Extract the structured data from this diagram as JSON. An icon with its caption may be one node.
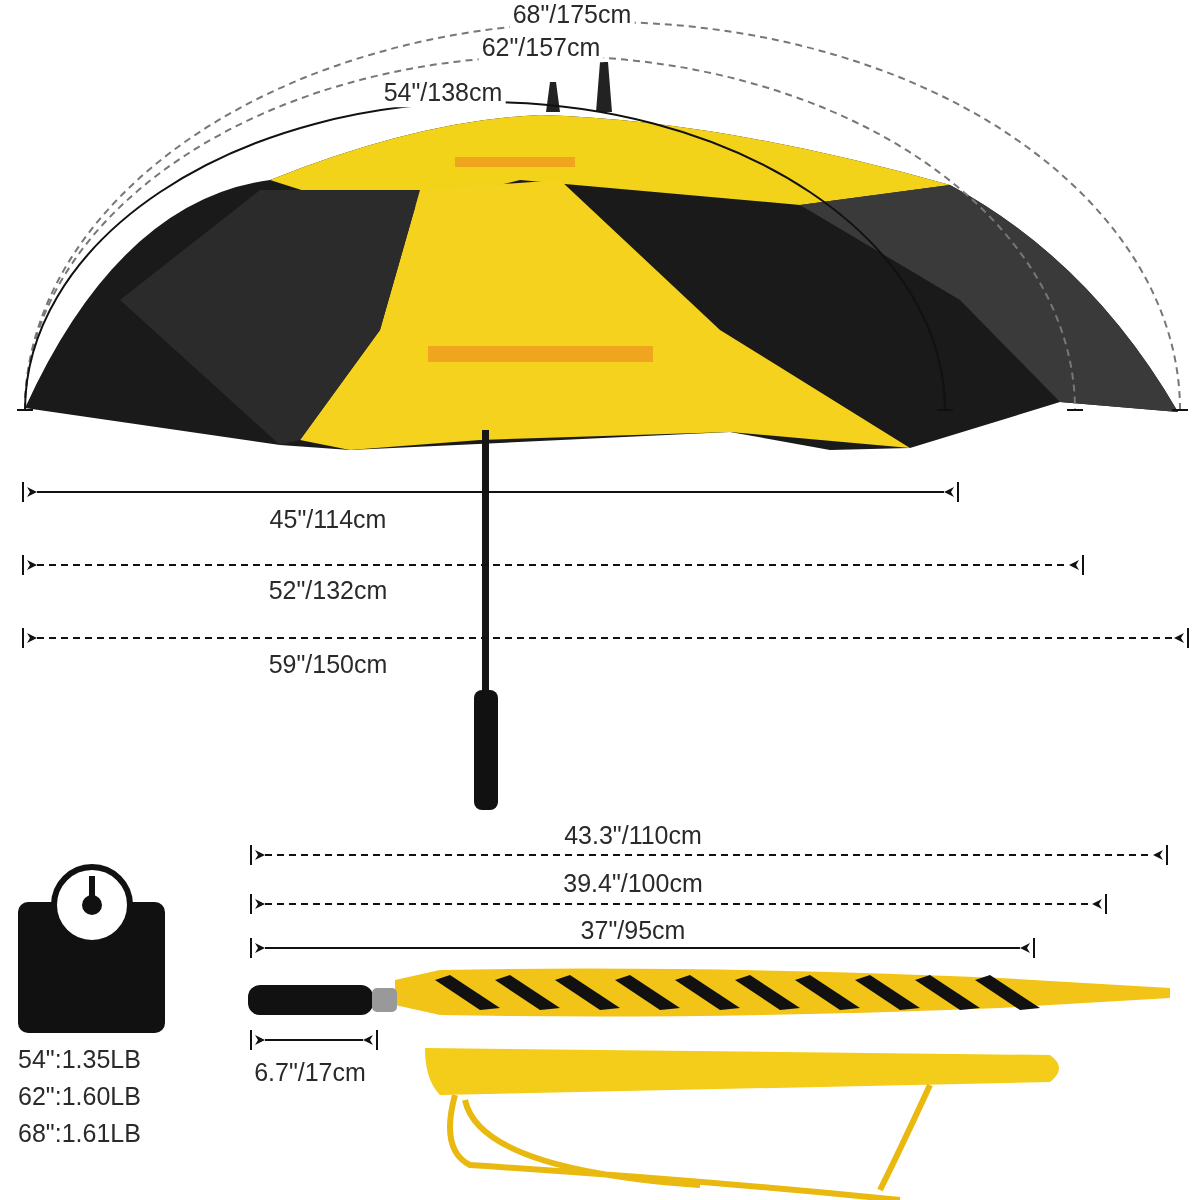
{
  "diagram": {
    "labels": [
      "68\"/175cm",
      "62\"/157cm",
      "54\"/138cm",
      "45\"/114cm",
      "52\"/132cm",
      "59\"/150cm",
      "43.3\"/110cm",
      "39.4\"/100cm",
      "37\"/95cm",
      "6.7\"/17cm",
      "54\":1.35LB",
      "62\":1.60LB",
      "68\":1.61LB"
    ]
  }
}
